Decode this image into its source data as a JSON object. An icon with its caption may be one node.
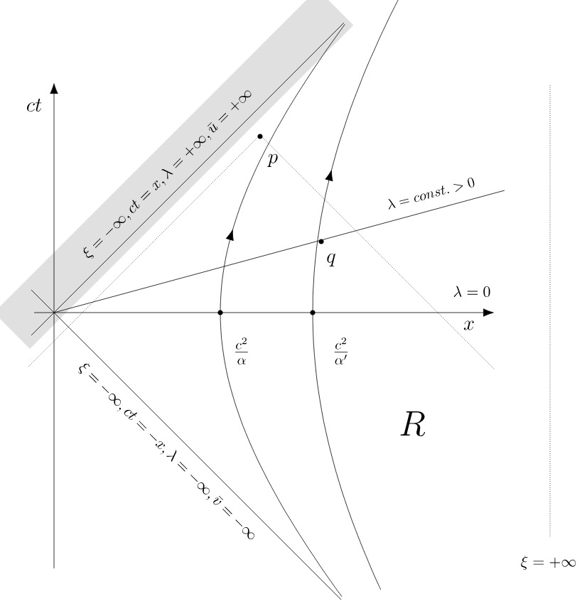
{
  "diagram": {
    "labels": [
      "\\xi = -\\infty, ct = x, \\lambda = +\\infty, \\bar{u} = +\\infty",
      "ct",
      "p",
      "\\lambda = const. > 0",
      "q",
      "\\lambda = 0",
      "x",
      "\\frac{c^2}{\\alpha}",
      "\\frac{c^2}{\\alpha'}",
      "R",
      "\\xi = -\\infty, ct = -x, \\lambda = -\\infty, \\bar{v} = -\\infty",
      "\\xi = +\\infty"
    ]
  }
}
